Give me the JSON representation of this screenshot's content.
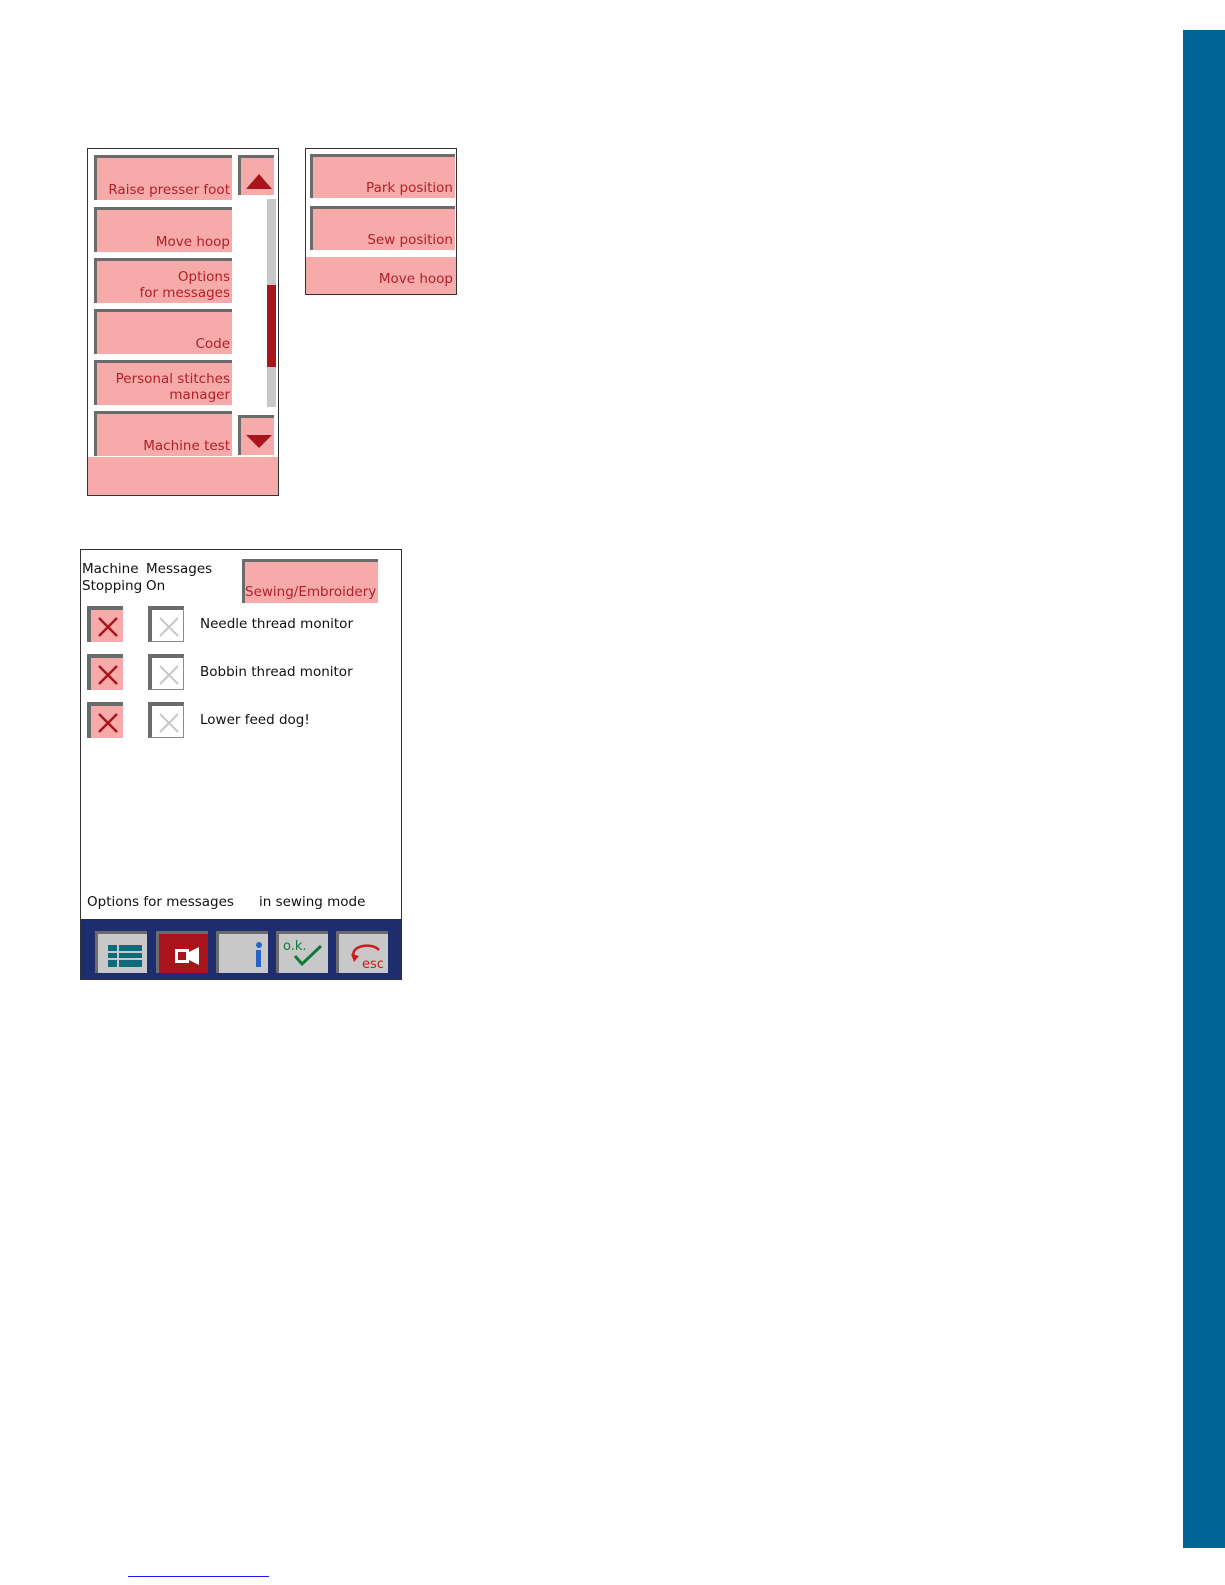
{
  "menu": {
    "items": [
      "Raise presser foot",
      "Move hoop",
      "Options\nfor messages",
      "Code",
      "Personal stitches\nmanager",
      "Machine test"
    ],
    "scroll_up_icon": "triangle-up-icon",
    "scroll_down_icon": "triangle-down-icon"
  },
  "hoop_menu": {
    "items": [
      "Park position",
      "Sew position"
    ],
    "footer": "Move hoop"
  },
  "options": {
    "col_stopping": "Machine\nStopping",
    "col_messages": "Messages\nOn",
    "mode_button": "Sewing/Embroidery",
    "rows": [
      {
        "label": "Needle thread monitor",
        "stopping": true,
        "messages": false
      },
      {
        "label": "Bobbin thread monitor",
        "stopping": true,
        "messages": false
      },
      {
        "label": "Lower feed dog!",
        "messages": false,
        "stopping": true
      }
    ],
    "footer_left": "Options for messages",
    "footer_right": "in sewing mode",
    "toolbar_icons": [
      "list-icon",
      "camera-icon",
      "info-icon",
      "ok-check-icon",
      "esc-icon"
    ],
    "ok_text": "o.k.",
    "esc_text": "esc"
  },
  "colors": {
    "button_pink": "#f7aaaa",
    "button_text": "#b0202a",
    "toolbar_bg": "#1d2d6e",
    "edge_tab": "#006497"
  }
}
